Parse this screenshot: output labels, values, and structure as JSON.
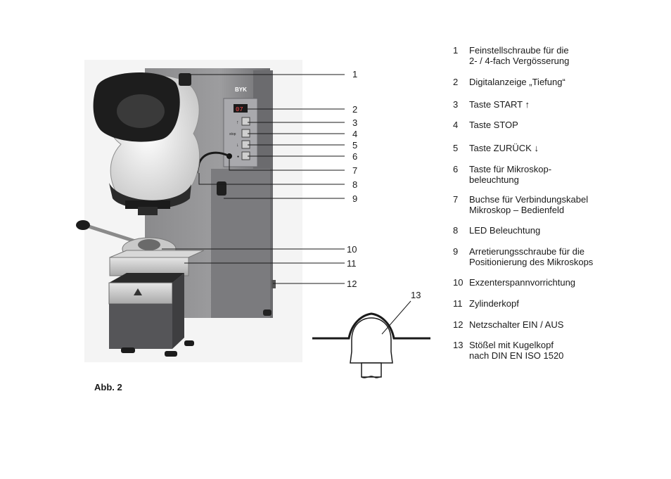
{
  "figure_caption": "Abb. 2",
  "callouts": [
    "1",
    "2",
    "3",
    "4",
    "5",
    "6",
    "7",
    "8",
    "9",
    "10",
    "11",
    "12",
    "13"
  ],
  "device": {
    "brand": "BYK",
    "display_value": "07",
    "button_labels": [
      "↑",
      "stop",
      "↓",
      "●"
    ]
  },
  "legend": [
    {
      "num": "1",
      "text": "Feinstellschraube für die\n2- / 4-fach Vergösserung"
    },
    {
      "num": "2",
      "text": "Digitalanzeige „Tiefung“"
    },
    {
      "num": "3",
      "text": "Taste START ↑"
    },
    {
      "num": "4",
      "text": "Taste STOP"
    },
    {
      "num": "5",
      "text": "Taste ZURÜCK ↓"
    },
    {
      "num": "6",
      "text": "Taste für Mikroskop-\nbeleuchtung"
    },
    {
      "num": "7",
      "text": "Buchse für Verbindungskabel\nMikroskop – Bedienfeld"
    },
    {
      "num": "8",
      "text": "LED Beleuchtung"
    },
    {
      "num": "9",
      "text": "Arretierungsschraube für die\nPositionierung des Mikroskops"
    },
    {
      "num": "10",
      "text": "Exzenterspannvorrichtung"
    },
    {
      "num": "11",
      "text": "Zylinderkopf"
    },
    {
      "num": "12",
      "text": "Netzschalter EIN / AUS"
    },
    {
      "num": "13",
      "text": "Stößel mit Kugelkopf\nnach DIN EN ISO 1520"
    }
  ]
}
